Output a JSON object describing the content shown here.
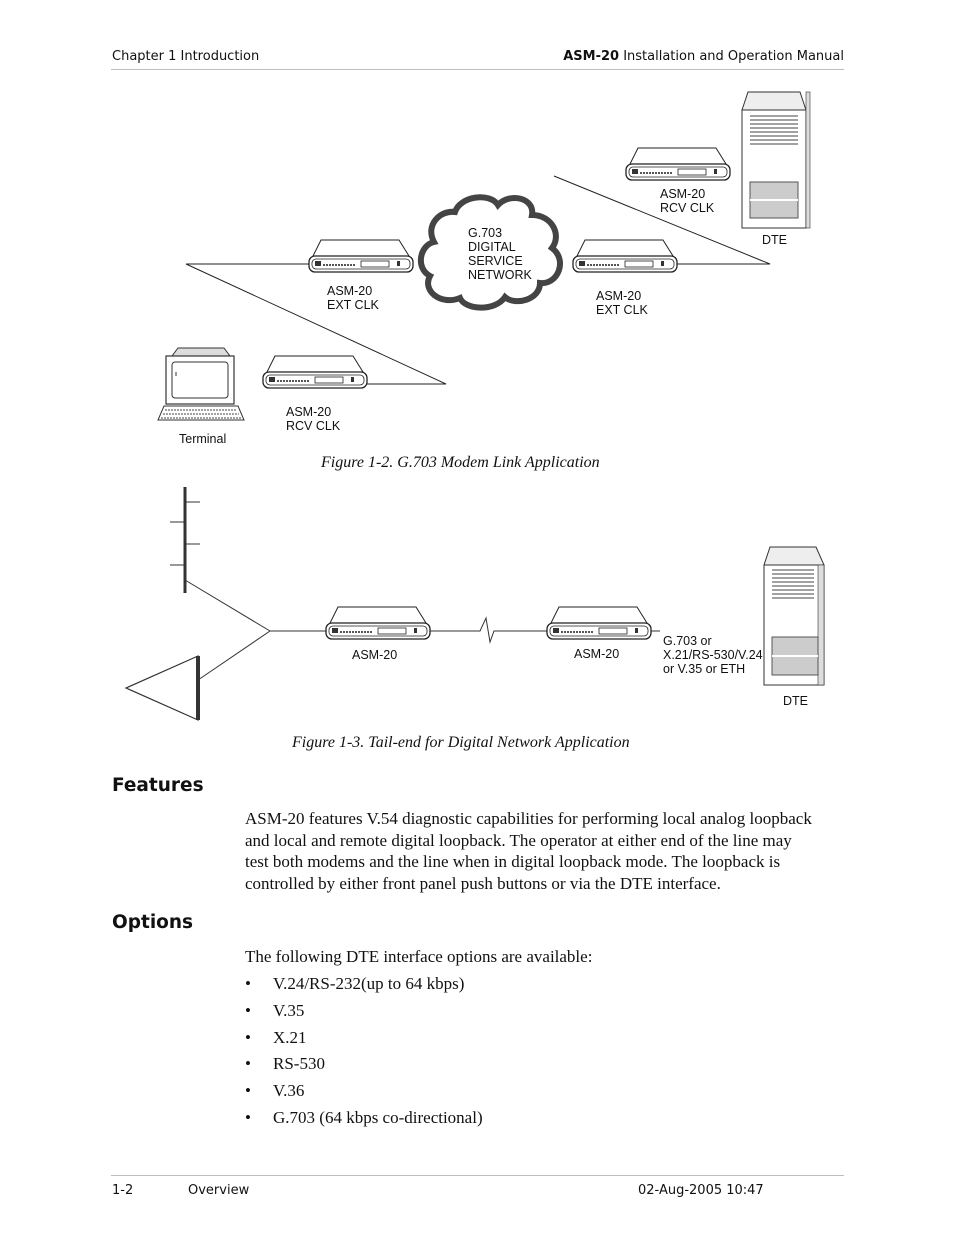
{
  "header": {
    "chapter": "Chapter 1  Introduction",
    "manual_bold": "ASM-20",
    "manual_rest": " Installation and Operation Manual"
  },
  "figure2": {
    "caption": "Figure 1-2.  G.703 Modem Link Application",
    "cloud_label": [
      "G.703",
      "DIGITAL",
      "SERVICE",
      "NETWORK"
    ],
    "modem_top_right": [
      "ASM-20",
      "RCV CLK"
    ],
    "modem_right_ext": [
      "ASM-20",
      "EXT CLK"
    ],
    "modem_left_ext": [
      "ASM-20",
      "EXT CLK"
    ],
    "modem_bottom_rcv": [
      "ASM-20",
      "RCV CLK"
    ],
    "dte_label": "DTE",
    "terminal_label": "Terminal"
  },
  "figure3": {
    "caption": "Figure 1-3.  Tail-end for Digital Network Application",
    "modem1_label": "ASM-20",
    "modem2_label": "ASM-20",
    "interface_label": [
      "G.703 or",
      "X.21/RS-530/V.24",
      "or V.35 or ETH"
    ],
    "dte_label": "DTE"
  },
  "features": {
    "heading": "Features",
    "text_lines": [
      "ASM-20 features V.54 diagnostic capabilities for performing local analog loopback",
      "and local and remote digital loopback. The operator at either end of the line may",
      "test both modems and the line when in digital loopback mode. The loopback is",
      "controlled by either front panel push buttons or via the DTE interface."
    ]
  },
  "options": {
    "heading": "Options",
    "intro": "The following DTE interface options are available:",
    "items": [
      "V.24/RS-232(up to 64 kbps)",
      "V.35",
      "X.21",
      "RS-530",
      "V.36",
      "G.703 (64 kbps co-directional)"
    ]
  },
  "footer": {
    "page": "1-2",
    "section": "Overview",
    "date": "02-Aug-2005 10:47"
  }
}
